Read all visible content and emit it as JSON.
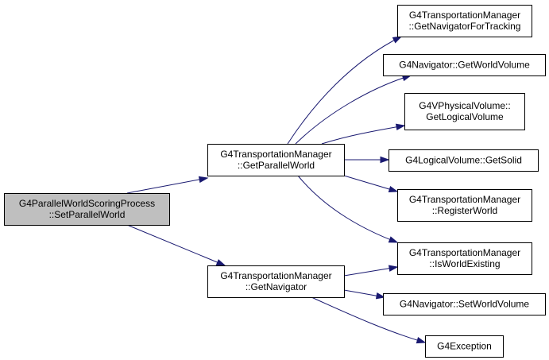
{
  "nodes": [
    {
      "id": "root",
      "lines": [
        "G4ParallelWorldScoringProcess",
        "::SetParallelWorld"
      ],
      "highlight": true
    },
    {
      "id": "getParallelWorld",
      "lines": [
        "G4TransportationManager",
        "::GetParallelWorld"
      ]
    },
    {
      "id": "getNavigator",
      "lines": [
        "G4TransportationManager",
        "::GetNavigator"
      ]
    },
    {
      "id": "getNavigatorForTracking",
      "lines": [
        "G4TransportationManager",
        "::GetNavigatorForTracking"
      ]
    },
    {
      "id": "getWorldVolume",
      "lines": [
        "G4Navigator::GetWorldVolume"
      ]
    },
    {
      "id": "getLogicalVolume",
      "lines": [
        "G4VPhysicalVolume::",
        "GetLogicalVolume"
      ]
    },
    {
      "id": "getSolid",
      "lines": [
        "G4LogicalVolume::GetSolid"
      ]
    },
    {
      "id": "registerWorld",
      "lines": [
        "G4TransportationManager",
        "::RegisterWorld"
      ]
    },
    {
      "id": "isWorldExisting",
      "lines": [
        "G4TransportationManager",
        "::IsWorldExisting"
      ]
    },
    {
      "id": "setWorldVolume",
      "lines": [
        "G4Navigator::SetWorldVolume"
      ]
    },
    {
      "id": "exception",
      "lines": [
        "G4Exception"
      ]
    }
  ],
  "edges": [
    {
      "from": "root",
      "to": "getParallelWorld"
    },
    {
      "from": "root",
      "to": "getNavigator"
    },
    {
      "from": "getParallelWorld",
      "to": "getNavigatorForTracking"
    },
    {
      "from": "getParallelWorld",
      "to": "getWorldVolume"
    },
    {
      "from": "getParallelWorld",
      "to": "getLogicalVolume"
    },
    {
      "from": "getParallelWorld",
      "to": "getSolid"
    },
    {
      "from": "getParallelWorld",
      "to": "registerWorld"
    },
    {
      "from": "getParallelWorld",
      "to": "isWorldExisting"
    },
    {
      "from": "getNavigator",
      "to": "isWorldExisting"
    },
    {
      "from": "getNavigator",
      "to": "setWorldVolume"
    },
    {
      "from": "getNavigator",
      "to": "exception"
    }
  ],
  "colors": {
    "edge": "#191970",
    "highlight_fill": "#bfbfbf",
    "node_fill": "#ffffff",
    "border": "#000000"
  }
}
